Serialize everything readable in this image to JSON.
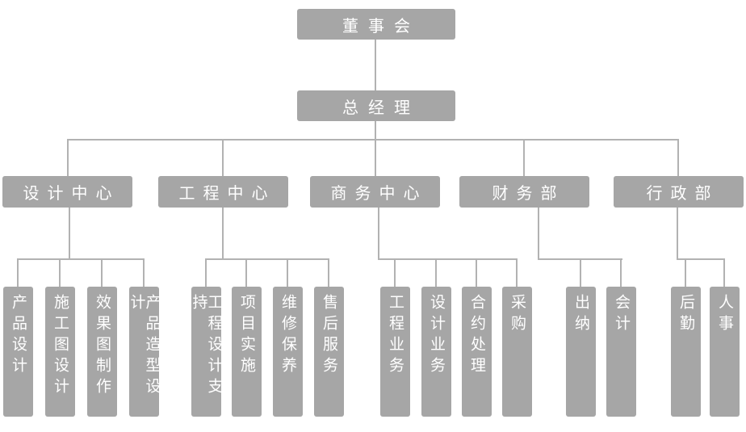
{
  "colors": {
    "box_fill": "#a6a6a6",
    "line": "#b2b2b2",
    "text": "#ffffff",
    "background": "#ffffff"
  },
  "chart": {
    "type": "org-chart",
    "root": {
      "label": "董事会"
    },
    "general_manager": {
      "label": "总经理"
    },
    "departments": [
      {
        "label": "设计中心",
        "children": [
          "产品设计",
          "施工图设计",
          "效果图制作",
          "产品造型设计"
        ]
      },
      {
        "label": "工程中心",
        "children": [
          "工程设计支持",
          "项目实施",
          "维修保养",
          "售后服务"
        ]
      },
      {
        "label": "商务中心",
        "children": [
          "工程业务",
          "设计业务",
          "合约处理",
          "采购"
        ]
      },
      {
        "label": "财务部",
        "children": [
          "出纳",
          "会计"
        ]
      },
      {
        "label": "行政部",
        "children": [
          "后勤",
          "人事"
        ]
      }
    ]
  }
}
